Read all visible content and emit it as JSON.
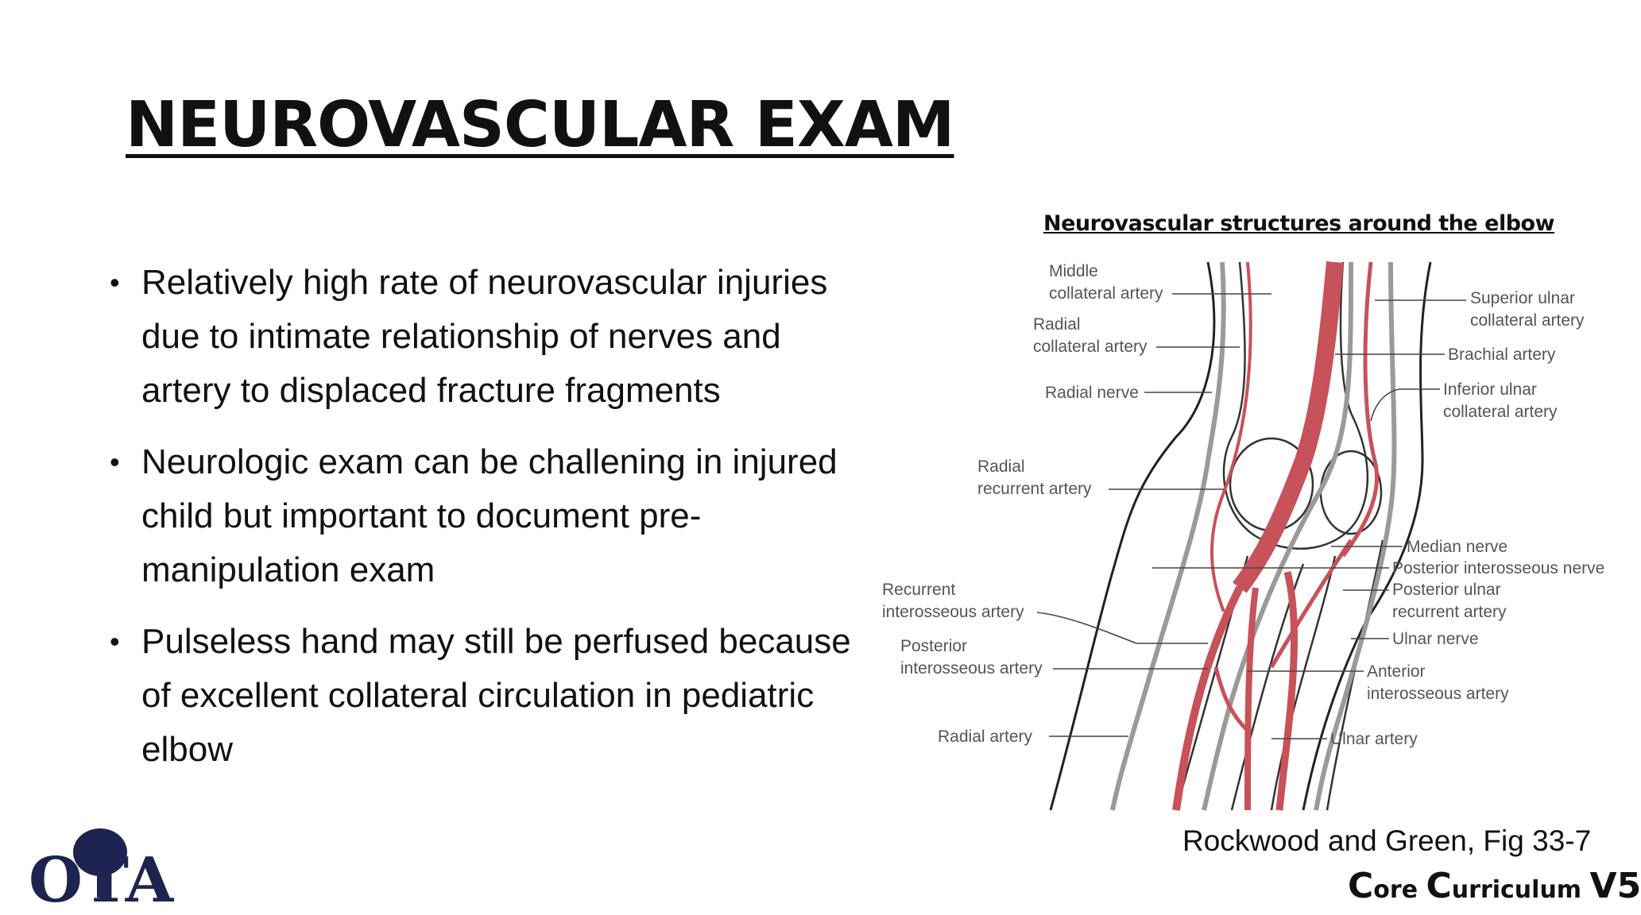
{
  "slide": {
    "title": "NEUROVASCULAR EXAM",
    "bullets": [
      "Relatively high rate of neurovascular injuries due to intimate relationship of nerves and artery to displaced fracture fragments",
      "Neurologic exam can be challening in injured child but important to document pre-manipulation exam",
      "Pulseless hand may still be perfused because of excellent collateral circulation in pediatric elbow"
    ]
  },
  "figure": {
    "title": "Neurovascular structures around the elbow",
    "labels_left": [
      [
        "Middle",
        "collateral artery"
      ],
      [
        "Radial",
        "collateral artery"
      ],
      [
        "Radial nerve"
      ],
      [
        "Radial",
        "recurrent artery"
      ],
      [
        "Recurrent",
        "interosseous artery"
      ],
      [
        "Posterior",
        "interosseous artery"
      ],
      [
        "Radial artery"
      ]
    ],
    "labels_right": [
      [
        "Superior ulnar",
        "collateral artery"
      ],
      [
        "Brachial artery"
      ],
      [
        "Inferior ulnar",
        "collateral artery"
      ],
      [
        "Median nerve"
      ],
      [
        "Posterior interosseous nerve"
      ],
      [
        "Posterior ulnar",
        "recurrent artery"
      ],
      [
        "Ulnar nerve"
      ],
      [
        "Anterior",
        "interosseous artery"
      ],
      [
        "Ulnar artery"
      ]
    ],
    "artery_color": "#c8525a",
    "nerve_color": "#9a9a9a"
  },
  "footer": {
    "citation": "Rockwood and Green, Fig 33-7",
    "curriculum_1": "C",
    "curriculum_2": "ore ",
    "curriculum_3": "C",
    "curriculum_4": "urriculum ",
    "curriculum_5": "V5",
    "logo_text": "OTA",
    "logo_color": "#1e2450"
  }
}
